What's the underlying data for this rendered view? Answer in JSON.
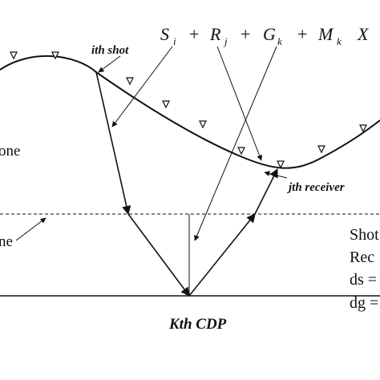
{
  "equation": {
    "S": "S",
    "s_sub": "i",
    "plus1": "+",
    "R": "R",
    "r_sub": "j",
    "plus2": "+",
    "G": "G",
    "g_sub": "k",
    "plus3": "+",
    "M": "M",
    "m_sub": "k",
    "X": "X"
  },
  "labels": {
    "shot": "ith shot",
    "receiver": "jth receiver",
    "cdp": "Kth CDP",
    "left_zone_fragment": "one",
    "left_datum_fragment": "ne"
  },
  "legend_fragments": [
    "Shot",
    "Rec",
    "ds =",
    "dg ="
  ],
  "colors": {
    "ink": "#111111",
    "background": "#ffffff"
  }
}
